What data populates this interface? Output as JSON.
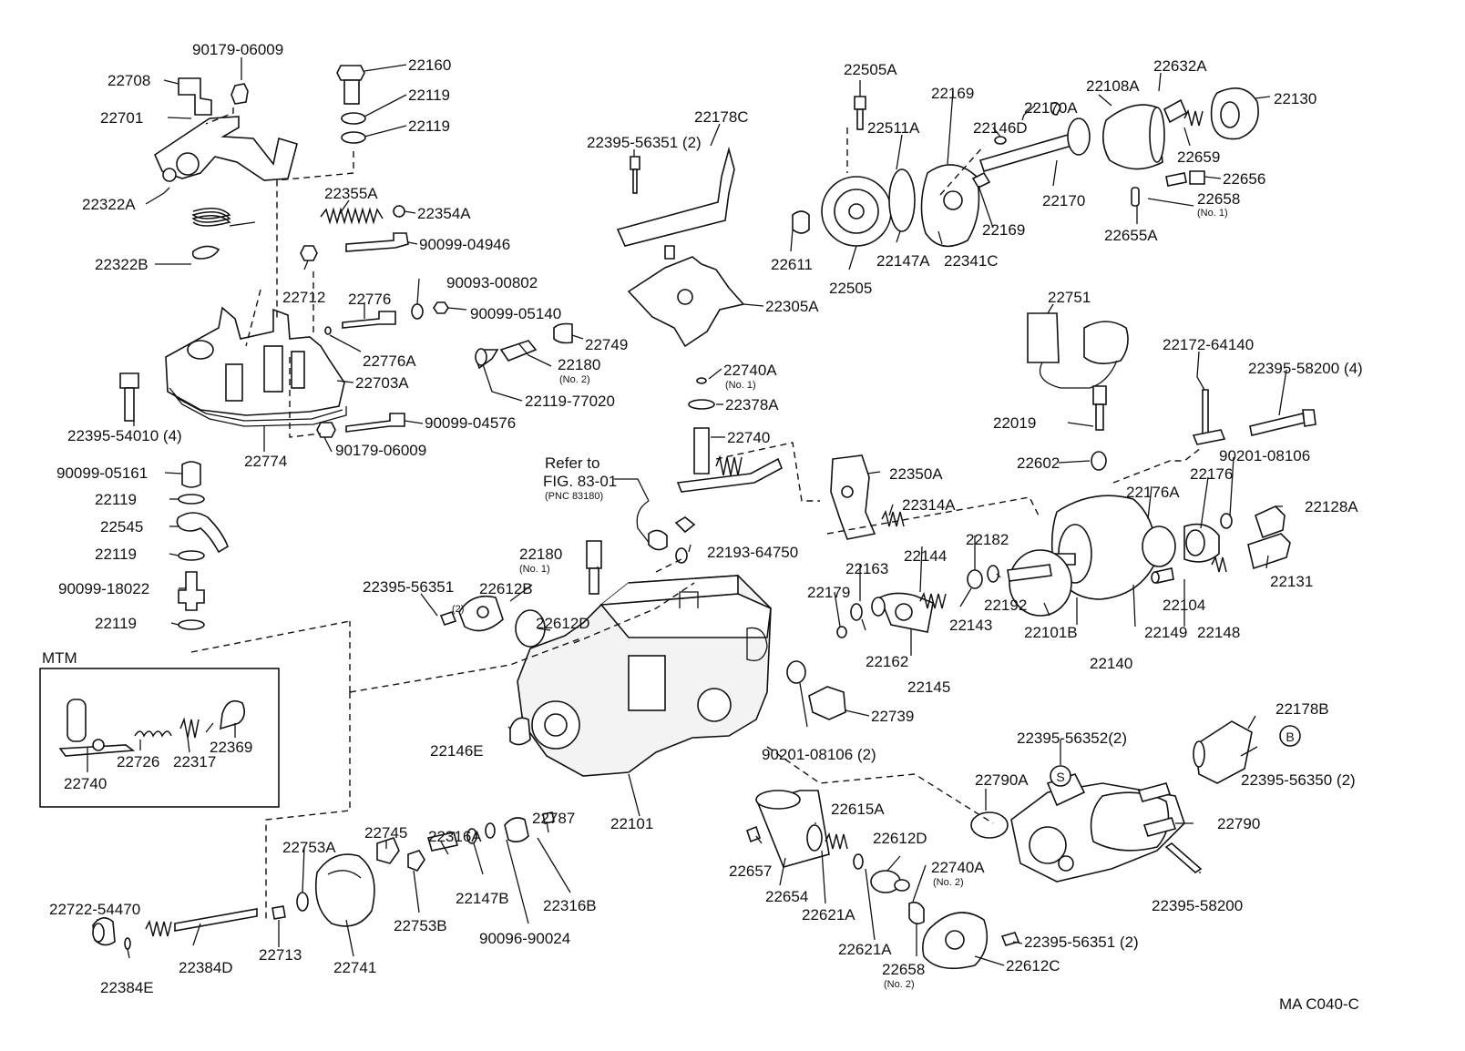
{
  "figure_code": "MA C040-C",
  "inset_title": "MTM",
  "refer_note": {
    "line1": "Refer to",
    "line2": "FIG. 83-01",
    "line3": "(PNC 83180)"
  },
  "circle_marks": {
    "b": "B",
    "s": "S"
  },
  "labels": {
    "p90179_06009_a": "90179-06009",
    "p22160": "22160",
    "p22708": "22708",
    "p22119_a": "22119",
    "p22119_b": "22119",
    "p22701": "22701",
    "p22355A": "22355A",
    "p22354A": "22354A",
    "p22322A": "22322A",
    "p90099_04946": "90099-04946",
    "p22322B": "22322B",
    "p90093_00802": "90093-00802",
    "p22712": "22712",
    "p22776": "22776",
    "p90099_05140": "90099-05140",
    "p22749": "22749",
    "p22776A": "22776A",
    "p22180_2": "22180",
    "p22180_2_sub": "(No. 2)",
    "p22703A": "22703A",
    "p22119_77020": "22119-77020",
    "p22395_54010": "22395-54010 (4)",
    "p90099_04576": "90099-04576",
    "p22774": "22774",
    "p90179_06009_b": "90179-06009",
    "p90099_05161": "90099-05161",
    "p22119_c": "22119",
    "p22545": "22545",
    "p22119_d": "22119",
    "p90099_18022": "90099-18022",
    "p22119_e": "22119",
    "p22740_mtm": "22740",
    "p22726": "22726",
    "p22317": "22317",
    "p22369": "22369",
    "p22178C": "22178C",
    "p22395_56351_a": "22395-56351 (2)",
    "p22305A": "22305A",
    "p22740A_1": "22740A",
    "p22740A_1_sub": "(No. 1)",
    "p22378A": "22378A",
    "p22740": "22740",
    "p22193_64750": "22193-64750",
    "p22180_1": "22180",
    "p22180_1_sub": "(No. 1)",
    "p22395_56351_b": "22395-56351",
    "p22395_56351_b_sub": "(2)",
    "p22612B": "22612B",
    "p22612D_a": "22612D",
    "p22146E": "22146E",
    "p22101": "22101",
    "p22739": "22739",
    "p90201_08106_2": "90201-08106 (2)",
    "p22505A": "22505A",
    "p22169_a": "22169",
    "p22511A": "22511A",
    "p22146D": "22146D",
    "p22170A": "22170A",
    "p22108A": "22108A",
    "p22632A": "22632A",
    "p22130": "22130",
    "p22659": "22659",
    "p22656": "22656",
    "p22170": "22170",
    "p22658_1": "22658",
    "p22658_1_sub": "(No. 1)",
    "p22169_b": "22169",
    "p22611": "22611",
    "p22505": "22505",
    "p22147A": "22147A",
    "p22341C": "22341C",
    "p22655A": "22655A",
    "p22751": "22751",
    "p22172_64140": "22172-64140",
    "p22395_58200_4": "22395-58200 (4)",
    "p22019": "22019",
    "p22602": "22602",
    "p90201_08106": "90201-08106",
    "p22350A": "22350A",
    "p22314A": "22314A",
    "p22176": "22176",
    "p22176A": "22176A",
    "p22128A": "22128A",
    "p22182": "22182",
    "p22144": "22144",
    "p22163": "22163",
    "p22179": "22179",
    "p22192": "22192",
    "p22143": "22143",
    "p22162": "22162",
    "p22145": "22145",
    "p22101B": "22101B",
    "p22140": "22140",
    "p22104": "22104",
    "p22149": "22149",
    "p22148": "22148",
    "p22131": "22131",
    "p22178B": "22178B",
    "p22395_56352": "22395-56352(2)",
    "p22395_56350": "22395-56350 (2)",
    "p22790A": "22790A",
    "p22790": "22790",
    "p22395_58200": "22395-58200",
    "p22615A": "22615A",
    "p22612D_b": "22612D",
    "p22740A_2": "22740A",
    "p22740A_2_sub": "(No. 2)",
    "p22657": "22657",
    "p22654": "22654",
    "p22621A_a": "22621A",
    "p22621A_b": "22621A",
    "p22658_2": "22658",
    "p22658_2_sub": "(No. 2)",
    "p22395_56351_c": "22395-56351 (2)",
    "p22612C": "22612C",
    "p22787": "22787",
    "p22753A": "22753A",
    "p22745": "22745",
    "p22316A": "22316A",
    "p22147B": "22147B",
    "p22316B": "22316B",
    "p90096_90024": "90096-90024",
    "p22753B": "22753B",
    "p22741": "22741",
    "p22713": "22713",
    "p22722_54470": "22722-54470",
    "p22384D": "22384D",
    "p22384E": "22384E"
  }
}
